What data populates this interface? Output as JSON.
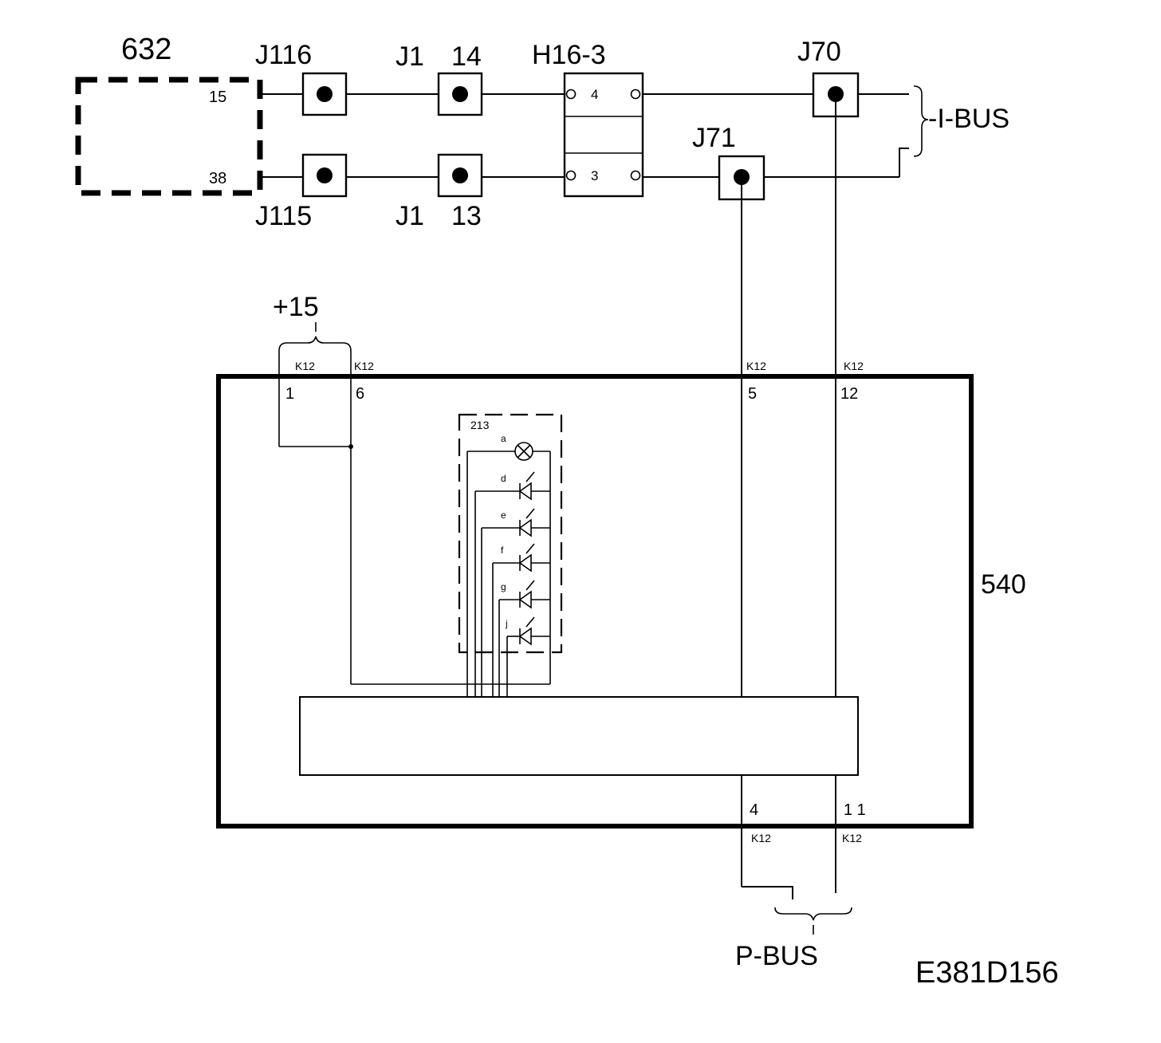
{
  "components": {
    "module_632": {
      "id": "632",
      "pin_top": "15",
      "pin_bottom": "38"
    },
    "j116": {
      "label": "J116"
    },
    "j115": {
      "label": "J115"
    },
    "j1_top": {
      "label": "J1",
      "pin": "14"
    },
    "j1_bottom": {
      "label": "J1",
      "pin": "13"
    },
    "h16_3": {
      "label": "H16-3",
      "pin_top": "4",
      "pin_bottom": "3"
    },
    "j70": {
      "label": "J70"
    },
    "j71": {
      "label": "J71"
    },
    "module_540": {
      "id": "540"
    },
    "sub_213": {
      "id": "213",
      "elements": [
        "a",
        "d",
        "e",
        "f",
        "g",
        "j"
      ]
    }
  },
  "bus": {
    "i_bus": "-I-BUS",
    "p_bus": "P-BUS",
    "supply": "+15"
  },
  "connectors": {
    "top": [
      {
        "conn": "K12",
        "pin": "1"
      },
      {
        "conn": "K12",
        "pin": "6"
      },
      {
        "conn": "K12",
        "pin": "5"
      },
      {
        "conn": "K12",
        "pin": "12"
      }
    ],
    "bottom": [
      {
        "conn": "K12",
        "pin": "4"
      },
      {
        "conn": "K12",
        "pin": "1 1"
      }
    ]
  },
  "figure_code": "E381D156"
}
